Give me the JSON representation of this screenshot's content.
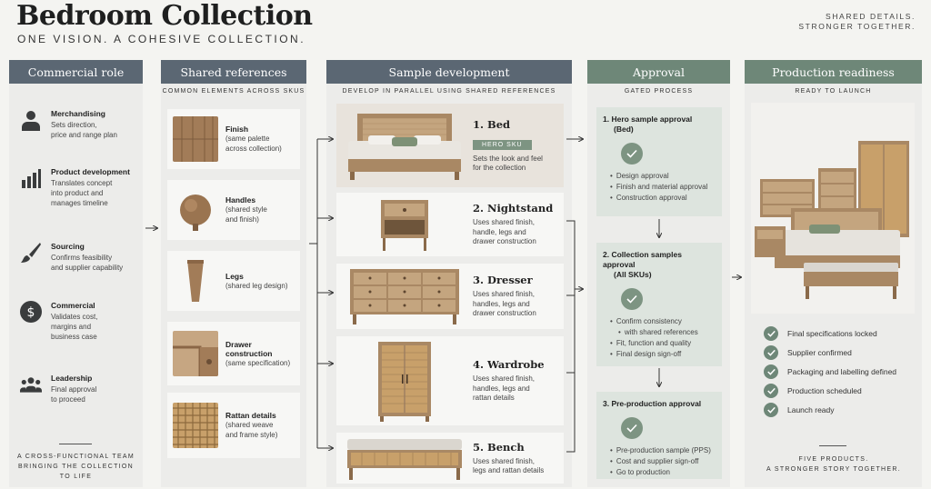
{
  "header": {
    "title": "Bedroom Collection",
    "subtitle": "ONE VISION. A COHESIVE COLLECTION.",
    "tagline_1": "SHARED DETAILS.",
    "tagline_2": "STRONGER TOGETHER."
  },
  "colors": {
    "slate": "#5b6773",
    "sage": "#6e8778",
    "sage_light": "#dde4de",
    "wood": "#b08b63"
  },
  "commercial": {
    "header": "Commercial role",
    "roles": [
      {
        "icon": "person-icon",
        "title": "Merchandising",
        "desc": [
          "Sets direction,",
          "price and range plan"
        ]
      },
      {
        "icon": "bar-chart-icon",
        "title": "Product development",
        "desc": [
          "Translates concept",
          "into product and",
          "manages timeline"
        ]
      },
      {
        "icon": "paintbrush-icon",
        "title": "Sourcing",
        "desc": [
          "Confirms feasibility",
          "and supplier capability"
        ]
      },
      {
        "icon": "dollar-icon",
        "title": "Commercial",
        "desc": [
          "Validates cost,",
          "margins and",
          "business case"
        ]
      },
      {
        "icon": "group-icon",
        "title": "Leadership",
        "desc": [
          "Final approval",
          "to proceed"
        ]
      }
    ],
    "footer": [
      "A CROSS-FUNCTIONAL TEAM",
      "BRINGING THE COLLECTION",
      "TO LIFE"
    ]
  },
  "shared": {
    "header": "Shared references",
    "sub": "COMMON ELEMENTS ACROSS SKUS",
    "items": [
      {
        "title": "Finish",
        "desc": [
          "(same palette",
          "across collection)"
        ]
      },
      {
        "title": "Handles",
        "desc": [
          "(shared style",
          "and finish)"
        ]
      },
      {
        "title": "Legs",
        "desc": [
          "(shared leg design)"
        ]
      },
      {
        "title": "Drawer construction",
        "desc": [
          "(same specification)"
        ]
      },
      {
        "title": "Rattan details",
        "desc": [
          "(shared weave",
          "and frame style)"
        ]
      }
    ]
  },
  "samples": {
    "header": "Sample development",
    "sub": "DEVELOP IN PARALLEL USING SHARED REFERENCES",
    "items": [
      {
        "title": "1. Bed",
        "badge": "HERO SKU",
        "desc": [
          "Sets the look and feel",
          "for the collection"
        ]
      },
      {
        "title": "2. Nightstand",
        "desc": [
          "Uses shared finish,",
          "handle, legs and",
          "drawer construction"
        ]
      },
      {
        "title": "3. Dresser",
        "desc": [
          "Uses shared finish,",
          "handles, legs and",
          "drawer construction"
        ]
      },
      {
        "title": "4. Wardrobe",
        "desc": [
          "Uses shared finish,",
          "handles, legs and",
          "rattan details"
        ]
      },
      {
        "title": "5. Bench",
        "desc": [
          "Uses shared finish,",
          "legs and rattan details"
        ]
      }
    ]
  },
  "approval": {
    "header": "Approval",
    "sub": "GATED PROCESS",
    "stages": [
      {
        "title_1": "1.  Hero sample approval",
        "title_2": "(Bed)",
        "points": [
          "Design approval",
          "Finish and material approval",
          "Construction approval"
        ]
      },
      {
        "title_1": "2.  Collection samples approval",
        "title_2": "(All SKUs)",
        "points": [
          "Confirm consistency",
          "with shared references",
          "Fit, function and quality",
          "Final design sign-off"
        ]
      },
      {
        "title_1": "3.  Pre-production approval",
        "title_2": "",
        "points": [
          "Pre-production sample (PPS)",
          "Cost and supplier sign-off",
          "Go to production"
        ]
      }
    ]
  },
  "production": {
    "header": "Production readiness",
    "sub": "READY TO LAUNCH",
    "checks": [
      "Final specifications locked",
      "Supplier confirmed",
      "Packaging and labelling defined",
      "Production scheduled",
      "Launch ready"
    ],
    "footer": [
      "FIVE PRODUCTS.",
      "A STRONGER STORY TOGETHER."
    ]
  }
}
